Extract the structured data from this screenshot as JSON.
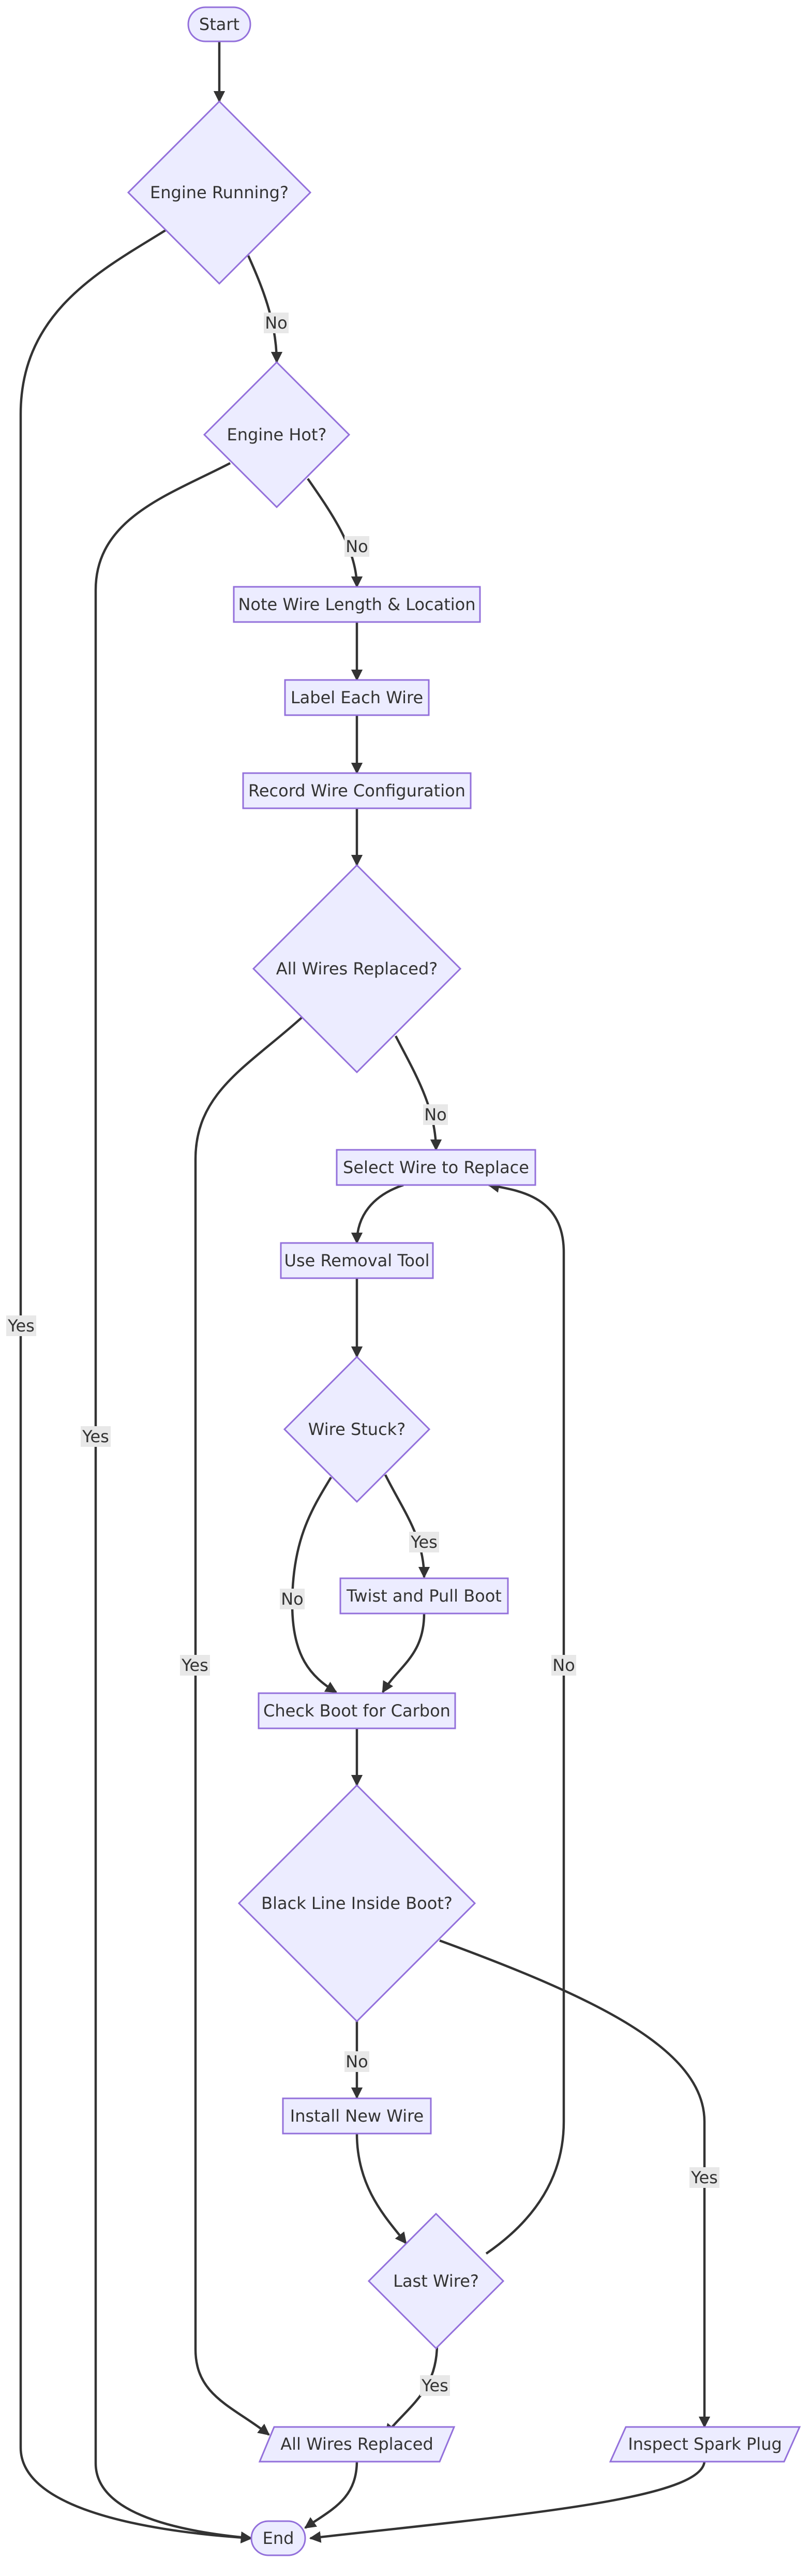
{
  "flowchart": {
    "nodes": {
      "start": "Start",
      "engine_running": "Engine Running?",
      "engine_hot": "Engine Hot?",
      "note_wire": "Note Wire Length & Location",
      "label_wire": "Label Each Wire",
      "record_config": "Record Wire Configuration",
      "all_replaced_q": "All Wires Replaced?",
      "select_wire": "Select Wire to Replace",
      "removal_tool": "Use Removal Tool",
      "wire_stuck": "Wire Stuck?",
      "twist_pull": "Twist and Pull Boot",
      "check_boot": "Check Boot for Carbon",
      "black_line": "Black Line Inside Boot?",
      "install_wire": "Install New Wire",
      "last_wire": "Last Wire?",
      "all_replaced": "All Wires Replaced",
      "inspect_plug": "Inspect Spark Plug",
      "end": "End"
    },
    "edge_labels": {
      "running_yes": "Yes",
      "running_no": "No",
      "hot_yes": "Yes",
      "hot_no": "No",
      "replaced_yes": "Yes",
      "replaced_no": "No",
      "stuck_yes": "Yes",
      "stuck_no": "No",
      "black_yes": "Yes",
      "black_no": "No",
      "last_yes": "Yes",
      "last_no": "No"
    },
    "colors": {
      "node_fill": "#ECECFF",
      "node_stroke": "#9370DB",
      "edge": "#333333",
      "label_bg": "#e8e8e8"
    }
  }
}
